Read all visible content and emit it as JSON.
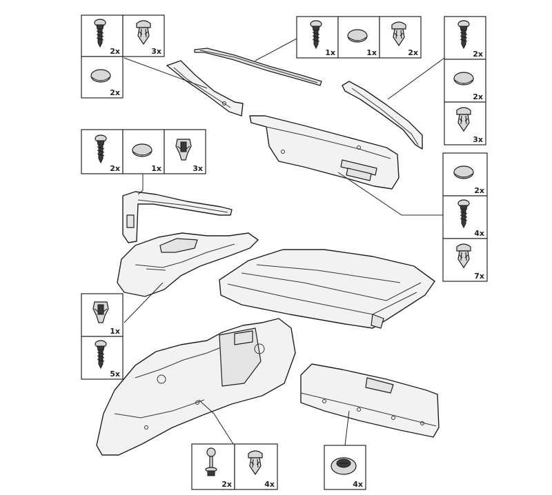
{
  "title": "",
  "groups": [
    {
      "id": "g1",
      "cells": [
        {
          "icon": "screw-icon",
          "qty": "2x"
        },
        {
          "icon": "push-clip-icon",
          "qty": "3x"
        },
        {
          "icon": "cap-icon",
          "qty": "2x"
        }
      ]
    },
    {
      "id": "g2",
      "cells": [
        {
          "icon": "screw-icon",
          "qty": "1x"
        },
        {
          "icon": "cap-icon",
          "qty": "1x"
        },
        {
          "icon": "push-clip-icon",
          "qty": "2x"
        }
      ]
    },
    {
      "id": "g3",
      "cells": [
        {
          "icon": "screw-icon",
          "qty": "2x"
        },
        {
          "icon": "cap-icon",
          "qty": "2x"
        },
        {
          "icon": "push-clip-icon",
          "qty": "3x"
        }
      ]
    },
    {
      "id": "g4",
      "cells": [
        {
          "icon": "screw-icon",
          "qty": "2x"
        },
        {
          "icon": "cap-icon",
          "qty": "1x"
        },
        {
          "icon": "spring-clip-icon",
          "qty": "3x"
        }
      ]
    },
    {
      "id": "g5",
      "cells": [
        {
          "icon": "cap-icon",
          "qty": "2x"
        },
        {
          "icon": "screw-icon",
          "qty": "4x"
        },
        {
          "icon": "push-clip-icon",
          "qty": "7x"
        }
      ]
    },
    {
      "id": "g6",
      "cells": [
        {
          "icon": "spring-clip-icon",
          "qty": "1x"
        },
        {
          "icon": "screw-icon",
          "qty": "5x"
        }
      ]
    },
    {
      "id": "g7",
      "cells": [
        {
          "icon": "expansion-rivet-icon",
          "qty": "2x"
        },
        {
          "icon": "push-clip-icon",
          "qty": "4x"
        }
      ]
    },
    {
      "id": "g8",
      "cells": [
        {
          "icon": "round-clip-icon",
          "qty": "4x"
        }
      ]
    }
  ],
  "parts": [
    {
      "name": "c-pillar-upper-trim"
    },
    {
      "name": "roof-weatherstrip"
    },
    {
      "name": "rear-roof-side-trim"
    },
    {
      "name": "tailgate-lining-panel"
    },
    {
      "name": "c-pillar-lower-trim"
    },
    {
      "name": "quarter-upper-trim"
    },
    {
      "name": "parcel-shelf"
    },
    {
      "name": "luggage-side-trim"
    },
    {
      "name": "rear-sill-trim"
    }
  ]
}
